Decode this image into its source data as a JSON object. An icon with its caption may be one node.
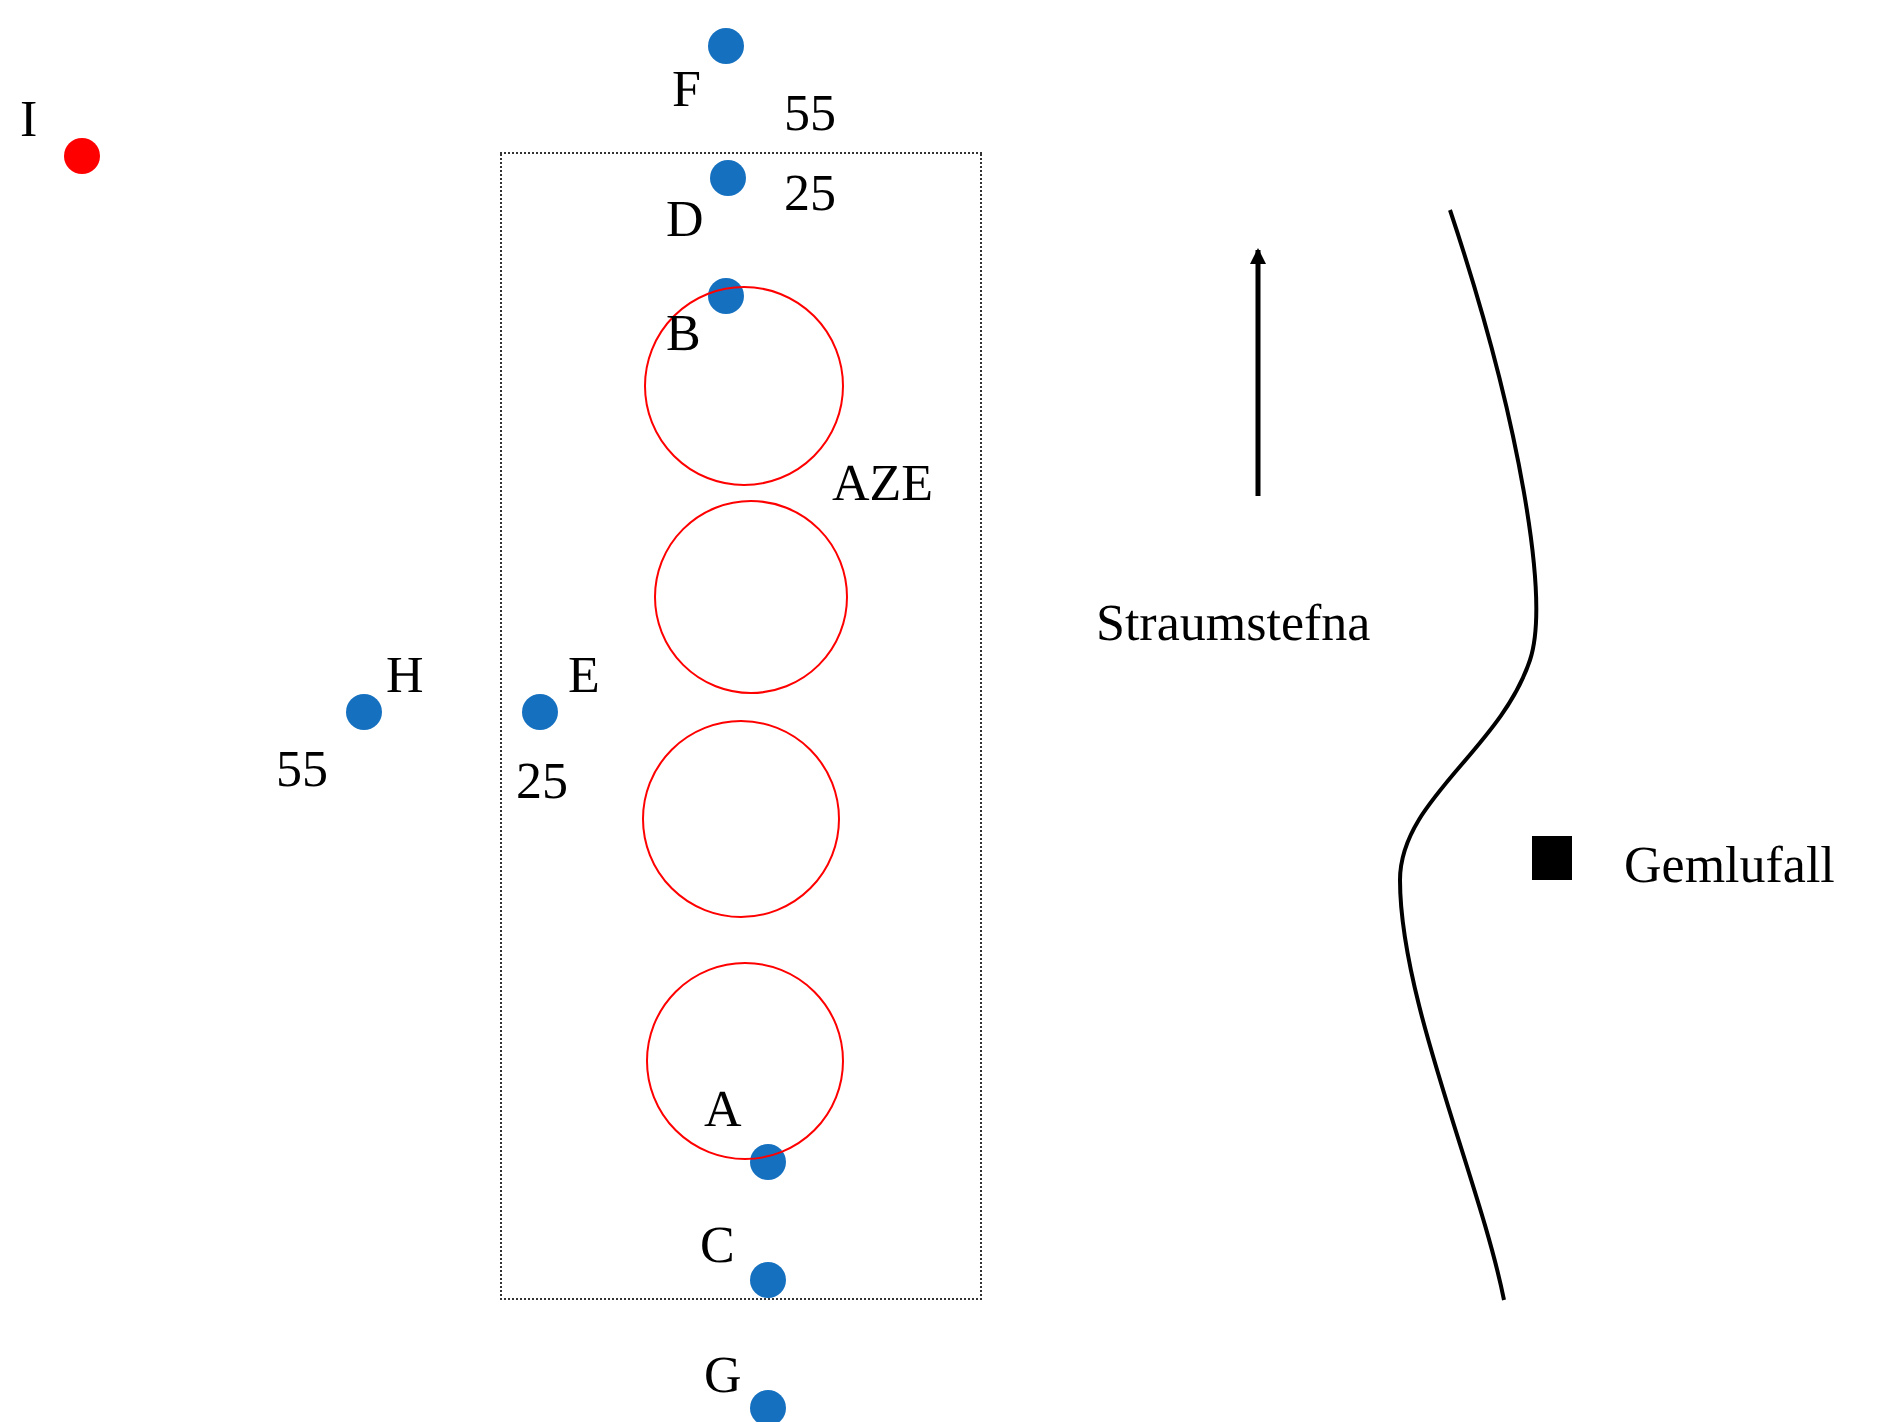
{
  "diagram": {
    "nodes": [
      {
        "text": [
          "AZE"
        ]
      },
      {
        "text": [],
        "shape": "circle",
        "in": 0
      },
      {
        "text": [],
        "shape": "circle",
        "in": 0
      },
      {
        "text": [],
        "shape": "circle",
        "in": 0
      },
      {
        "text": [],
        "shape": "circle",
        "in": 0
      }
    ],
    "labels": [
      "I",
      "F",
      "55",
      "D",
      "25",
      "B",
      "Straumstefna",
      "H",
      "E",
      "55",
      "25",
      "Gemlufall",
      "A",
      "C",
      "G"
    ]
  }
}
